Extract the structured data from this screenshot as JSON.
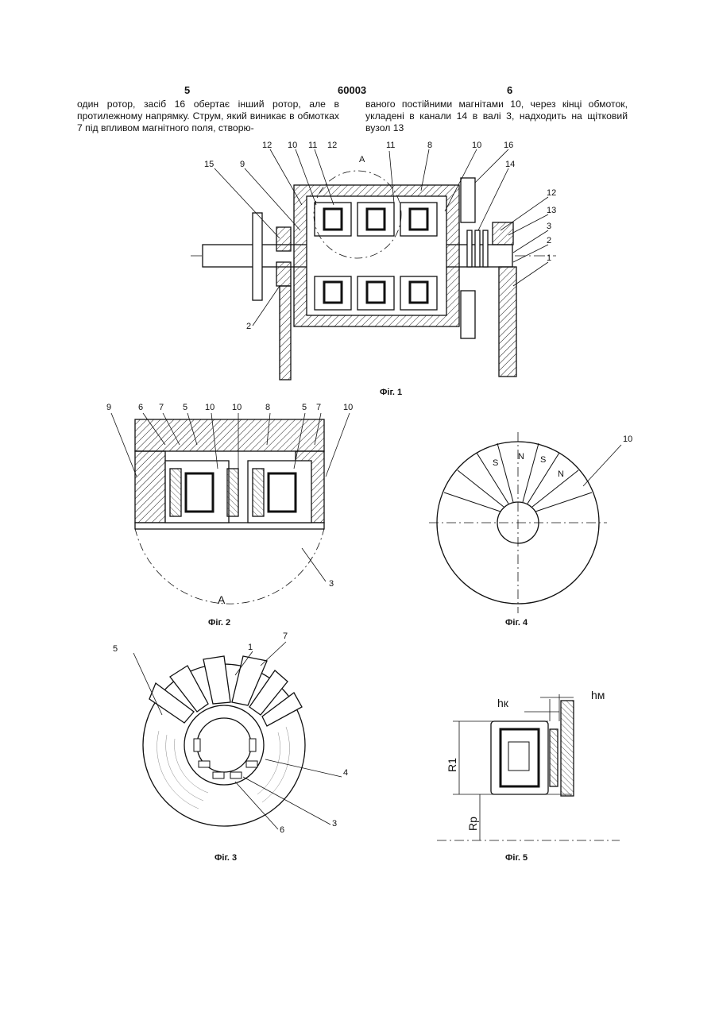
{
  "header": {
    "left_page": "5",
    "patent_number": "60003",
    "right_page": "6"
  },
  "text": {
    "left_column": "один ротор, засіб 16 обертає інший ротор, але в протилежному напрямку. Струм, який виникає в обмотках 7 під впливом магнітного поля, створю-",
    "right_column": "ваного постійними магнітами 10, через кінці обмоток, укладені в канали 14 в валі 3, надходить на щітковий вузол 13"
  },
  "figures": {
    "fig1": {
      "caption": "Фіг. 1",
      "labels": [
        "15",
        "9",
        "12",
        "10",
        "11",
        "12",
        "A",
        "11",
        "8",
        "10",
        "16",
        "14",
        "12",
        "13",
        "3",
        "2",
        "1",
        "2"
      ]
    },
    "fig2": {
      "caption": "Фіг. 2",
      "detail": "A",
      "labels": [
        "9",
        "6",
        "7",
        "5",
        "10",
        "10",
        "8",
        "5",
        "7",
        "10",
        "3"
      ]
    },
    "fig3": {
      "caption": "Фіг. 3",
      "labels": [
        "5",
        "7",
        "1",
        "4",
        "3",
        "6"
      ]
    },
    "fig4": {
      "caption": "Фіг. 4",
      "labels": [
        "10",
        "S",
        "N",
        "S",
        "N"
      ]
    },
    "fig5": {
      "caption": "Фіг. 5",
      "labels": [
        "hк",
        "hм",
        "R1",
        "Rp"
      ]
    }
  }
}
